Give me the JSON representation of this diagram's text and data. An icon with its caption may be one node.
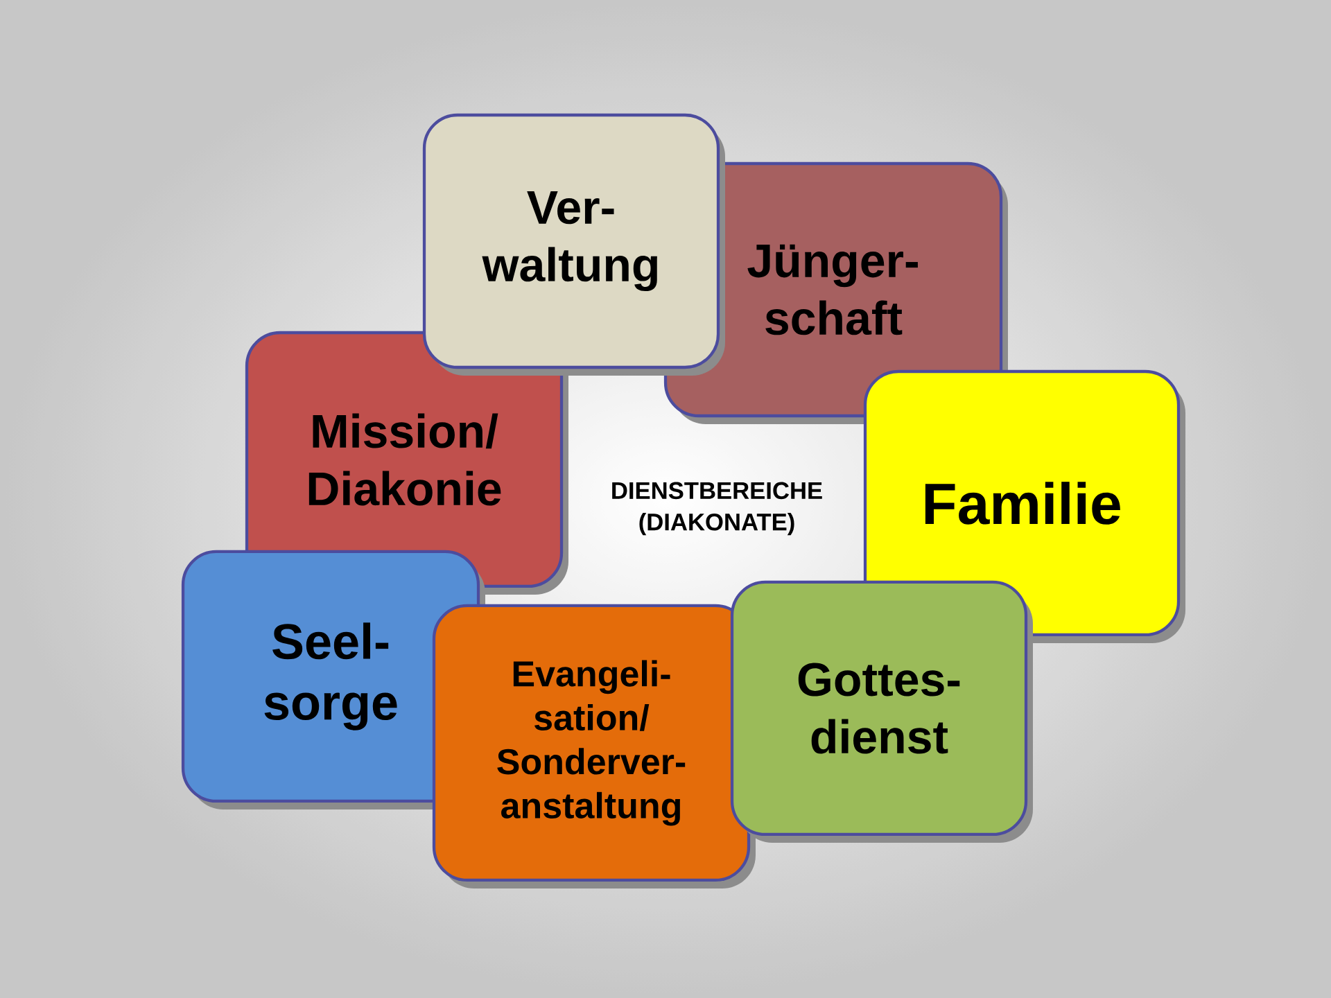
{
  "diagram": {
    "nodes": [
      {
        "text": [
          "Ver- waltung"
        ]
      },
      {
        "text": [
          "Jünger- schaft"
        ]
      },
      {
        "text": [
          "Mission/ Diakonie"
        ]
      },
      {
        "text": [
          "Familie"
        ]
      },
      {
        "text": [
          "Seel- sorge"
        ]
      },
      {
        "text": [
          "Evangeli- sation/ Sonderver- anstaltung"
        ]
      },
      {
        "text": [
          "Gottes- dienst"
        ]
      }
    ],
    "labels": [
      "DIENSTBEREICHE (DIAKONATE)"
    ]
  }
}
